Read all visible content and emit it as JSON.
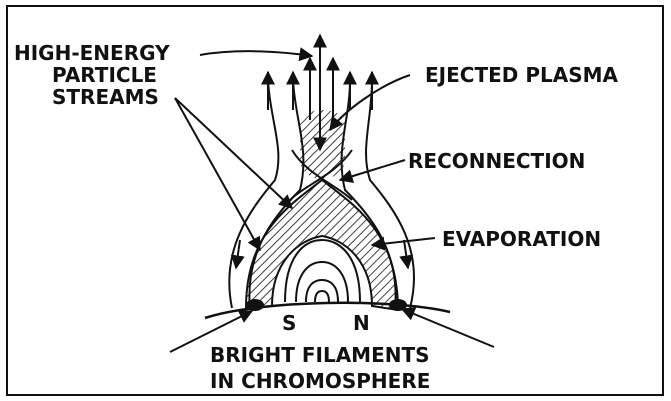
{
  "labels": {
    "high_energy_line1": "HIGH-ENERGY",
    "high_energy_line2": "PARTICLE",
    "high_energy_line3": "STREAMS",
    "ejected_plasma": "EJECTED PLASMA",
    "reconnection": "RECONNECTION",
    "evaporation": "EVAPORATION",
    "pole_south": "S",
    "pole_north": "N",
    "bright_line1": "BRIGHT FILAMENTS",
    "bright_line2": "IN CHROMOSPHERE"
  },
  "colors": {
    "ink": "#111111",
    "paper": "#ffffff"
  }
}
